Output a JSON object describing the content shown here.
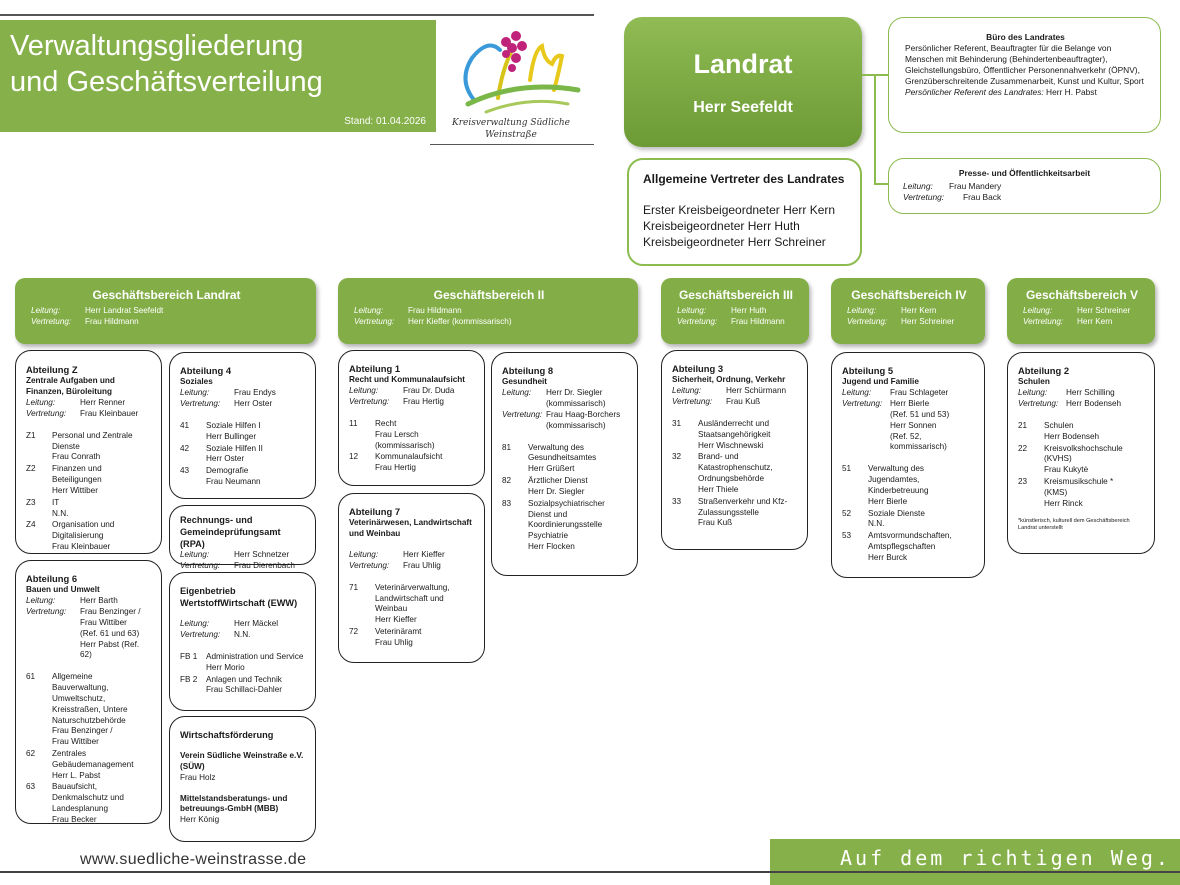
{
  "header": {
    "title_line1": "Verwaltungsgliederung",
    "title_line2": "und Geschäftsverteilung",
    "stand": "Stand:  01.04.2026",
    "logo_text": "Kreisverwaltung Südliche Weinstraße"
  },
  "landrat": {
    "title": "Landrat",
    "name": "Herr Seefeldt"
  },
  "vertreter": {
    "title": "Allgemeine Vertreter des Landrates",
    "lines": [
      "Erster Kreisbeigeordneter Herr Kern",
      "Kreisbeigeordneter Herr Huth",
      "Kreisbeigeordneter Herr Schreiner"
    ]
  },
  "buero": {
    "title": "Büro des Landrates",
    "text": "Persönlicher Referent, Beauftragter für die Belange von Menschen mit Behinderung (Behindertenbeauftragter), Gleichstellungsbüro, Öffentlicher Personennahverkehr (ÖPNV), Grenzüberschreitende Zusammenarbeit, Kunst und Kultur, Sport",
    "referent_label": "Persönlicher Referent des Landrates:",
    "referent_name": " Herr H. Pabst"
  },
  "presse": {
    "title": "Presse- und Öffentlichkeitsarbeit",
    "leitung_label": "Leitung:",
    "leitung": "Frau Mandery",
    "vertretung_label": "Vertretung:",
    "vertretung": "Frau Back"
  },
  "labels": {
    "leitung": "Leitung:",
    "vertretung": "Vertretung:"
  },
  "gb": [
    {
      "title": "Geschäftsbereich Landrat",
      "leitung": "Herr Landrat Seefeldt",
      "vertretung": "Frau Hildmann"
    },
    {
      "title": "Geschäftsbereich II",
      "leitung": "Frau Hildmann",
      "vertretung": "Herr Kieffer (kommissarisch)"
    },
    {
      "title": "Geschäftsbereich III",
      "leitung": "Herr Huth",
      "vertretung": "Frau Hildmann"
    },
    {
      "title": "Geschäftsbereich IV",
      "leitung": "Herr Kern",
      "vertretung": "Herr Schreiner"
    },
    {
      "title": "Geschäftsbereich V",
      "leitung": "Herr Schreiner",
      "vertretung": "Herr Kern"
    }
  ],
  "abt_z": {
    "title": "Abteilung Z",
    "subtitle": "Zentrale Aufgaben und Finanzen, Büroleitung",
    "leitung": "Herr Renner",
    "vertretung": "Frau Kleinbauer",
    "items": [
      {
        "num": "Z1",
        "text": "Personal und Zentrale Dienste\nFrau Conrath"
      },
      {
        "num": "Z2",
        "text": "Finanzen und Beteiligungen\nHerr Wittiber"
      },
      {
        "num": "Z3",
        "text": "IT\nN.N."
      },
      {
        "num": "Z4",
        "text": "Organisation und Digitalisierung\nFrau Kleinbauer"
      }
    ]
  },
  "abt_4": {
    "title": "Abteilung 4",
    "subtitle": "Soziales",
    "leitung": "Frau Endys",
    "vertretung": "Herr Oster",
    "items": [
      {
        "num": "41",
        "text": "Soziale Hilfen I\nHerr Bullinger"
      },
      {
        "num": "42",
        "text": "Soziale Hilfen II\nHerr Oster"
      },
      {
        "num": "43",
        "text": "Demografie\nFrau Neumann"
      }
    ]
  },
  "rpa": {
    "title": "Rechnungs- und Gemeindeprüfungsamt (RPA)",
    "leitung": "Herr Schnetzer",
    "vertretung": "Frau Dierenbach"
  },
  "eww": {
    "title": "Eigenbetrieb WertstoffWirtschaft (EWW)",
    "leitung": "Herr Mäckel",
    "vertretung": "N.N.",
    "items": [
      {
        "num": "FB 1",
        "text": "Administration und Service\nHerr Morio"
      },
      {
        "num": "FB 2",
        "text": "Anlagen und Technik\nFrau Schillaci-Dahler"
      }
    ]
  },
  "wf": {
    "title": "Wirtschaftsförderung",
    "org1": "Verein Südliche Weinstraße e.V.  (SÜW)",
    "org1_person": "Frau Holz",
    "org2": "Mittelstandsberatungs- und betreuungs-GmbH (MBB)",
    "org2_person": "Herr König"
  },
  "abt_6": {
    "title": "Abteilung 6",
    "subtitle": "Bauen und Umwelt",
    "leitung": "Herr Barth",
    "vertretung": "Frau Benzinger /\nFrau Wittiber\n(Ref. 61 und 63)\nHerr Pabst (Ref. 62)",
    "items": [
      {
        "num": "61",
        "text": "Allgemeine Bauverwaltung, Umweltschutz, Kreisstraßen, Untere Naturschutzbehörde\nFrau Benzinger /\nFrau Wittiber"
      },
      {
        "num": "62",
        "text": "Zentrales Gebäudemanagement\nHerr L. Pabst"
      },
      {
        "num": "63",
        "text": "Bauaufsicht, Denkmalschutz und Landesplanung\nFrau Becker"
      }
    ]
  },
  "abt_1": {
    "title": "Abteilung 1",
    "subtitle": "Recht und Kommunalaufsicht",
    "leitung": "Frau Dr. Duda",
    "vertretung": "Frau Hertig",
    "items": [
      {
        "num": "11",
        "text": "Recht\nFrau Lersch\n(kommissarisch)"
      },
      {
        "num": "12",
        "text": "Kommunalaufsicht\nFrau Hertig"
      }
    ]
  },
  "abt_7": {
    "title": "Abteilung 7",
    "subtitle": "Veterinärwesen, Landwirtschaft und Weinbau",
    "leitung": "Herr Kieffer",
    "vertretung": "Frau Uhlig",
    "items": [
      {
        "num": "71",
        "text": "Veterinärverwaltung, Landwirtschaft und Weinbau\nHerr Kieffer"
      },
      {
        "num": "72",
        "text": "Veterinäramt\nFrau Uhlig"
      }
    ]
  },
  "abt_8": {
    "title": "Abteilung 8",
    "subtitle": "Gesundheit",
    "leitung": "Herr Dr. Siegler\n(kommissarisch)",
    "vertretung": "Frau Haag-Borchers\n(kommissarisch)",
    "items": [
      {
        "num": "81",
        "text": "Verwaltung des Gesundheitsamtes\nHerr Grüßert"
      },
      {
        "num": "82",
        "text": "Ärztlicher Dienst\nHerr Dr. Siegler"
      },
      {
        "num": "83",
        "text": "Sozialpsychiatrischer Dienst und Koordinierungsstelle Psychiatrie\nHerr Flocken"
      }
    ]
  },
  "abt_3": {
    "title": "Abteilung 3",
    "subtitle": "Sicherheit, Ordnung, Verkehr",
    "leitung": "Herr Schürmann",
    "vertretung": "Frau Kuß",
    "items": [
      {
        "num": "31",
        "text": "Ausländerrecht und Staatsangehörigkeit\nHerr Wischnewski"
      },
      {
        "num": "32",
        "text": "Brand- und Katastrophenschutz, Ordnungsbehörde\nHerr Thiele"
      },
      {
        "num": "33",
        "text": "Straßenverkehr und Kfz-Zulassungsstelle\nFrau Kuß"
      }
    ]
  },
  "abt_5": {
    "title": "Abteilung 5",
    "subtitle": "Jugend und Familie",
    "leitung": "Frau Schlageter",
    "vertretung": "Herr Bierle\n(Ref. 51 und 53)\nHerr Sonnen\n(Ref. 52,\nkommissarisch)",
    "items": [
      {
        "num": "51",
        "text": "Verwaltung des Jugendamtes, Kinderbetreuung\nHerr Bierle"
      },
      {
        "num": "52",
        "text": "Soziale Dienste\nN.N."
      },
      {
        "num": "53",
        "text": "Amtsvormundschaften, Amtspflegschaften\nHerr Burck"
      }
    ]
  },
  "abt_2": {
    "title": "Abteilung 2",
    "subtitle": "Schulen",
    "leitung": "Herr  Schilling",
    "vertretung": "Herr Bodenseh",
    "items": [
      {
        "num": "21",
        "text": "Schulen\nHerr Bodenseh"
      },
      {
        "num": "22",
        "text": "Kreisvolkshochschule\n(KVHS)\nFrau Kukytė"
      },
      {
        "num": "23",
        "text": "Kreismusikschule *\n(KMS)\nHerr Rinck"
      }
    ],
    "footnote": "*künstlerisch, kulturell dem Geschäftsbereich Landrat unterstellt"
  },
  "footer": {
    "url": "www.suedliche-weinstrasse.de",
    "slogan": "Auf dem richtigen Weg."
  },
  "colors": {
    "green": "#86b04a",
    "green_border": "#8cbb50"
  }
}
